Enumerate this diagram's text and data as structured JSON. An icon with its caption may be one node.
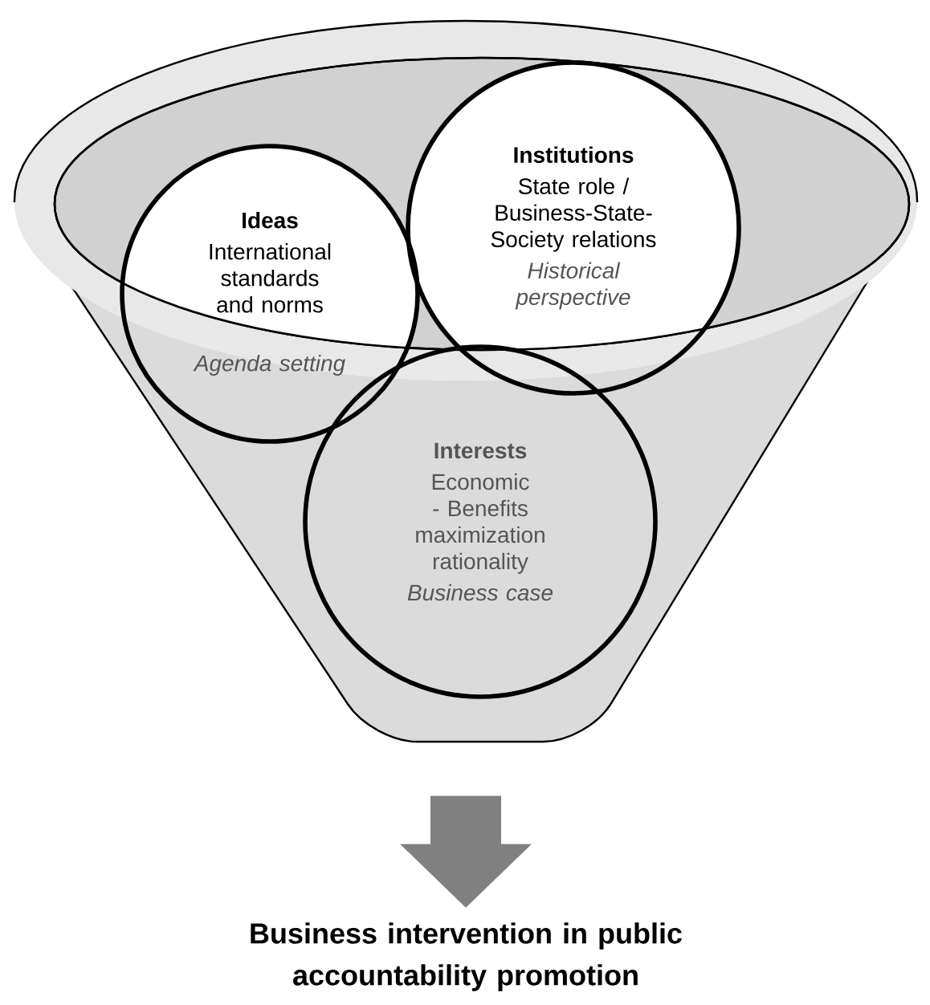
{
  "diagram": {
    "nodes": [
      {
        "text": [],
        "shape": "cone"
      },
      {
        "text": [
          "Ideas",
          "International standards and norms",
          "Agenda setting"
        ],
        "in": 0
      },
      {
        "text": [
          "Institutions",
          "State role / Business-State-Society relations",
          "Historical perspective"
        ],
        "in": 0
      },
      {
        "text": [
          "Interests",
          "Economic - Benefits maximization rationality",
          "Business case"
        ],
        "in": 0
      },
      {
        "text": [
          "Business intervention in public accountability promotion"
        ]
      }
    ],
    "edges": [
      {
        "from": 0,
        "to": 4,
        "arrow": "to",
        "style": "thick"
      }
    ]
  }
}
